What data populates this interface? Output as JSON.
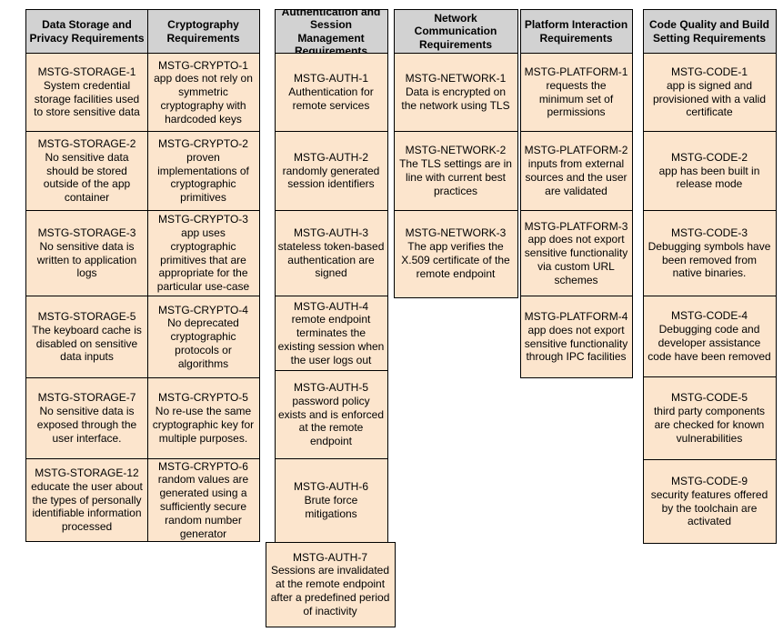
{
  "colors": {
    "header_bg": "#d2d2d2",
    "cell_bg": "#fce5cd",
    "border": "#000000",
    "page_bg": "#ffffff"
  },
  "columns": [
    {
      "header": "Data Storage and Privacy Requirements",
      "cells": [
        {
          "id": "MSTG-STORAGE-1",
          "text": "System credential storage facilities used to store sensitive data"
        },
        {
          "id": "MSTG-STORAGE-2",
          "text": "No sensitive data should be stored outside of the app container"
        },
        {
          "id": "MSTG-STORAGE-3",
          "text": "No sensitive data is written to application logs"
        },
        {
          "id": "MSTG-STORAGE-5",
          "text": "The keyboard cache is disabled on sensitive data inputs"
        },
        {
          "id": "MSTG-STORAGE-7",
          "text": "No sensitive data is exposed through the user interface."
        },
        {
          "id": "MSTG-STORAGE-12",
          "text": "educate the user about the types of personally identifiable information processed"
        }
      ]
    },
    {
      "header": "Cryptography Requirements",
      "cells": [
        {
          "id": "MSTG-CRYPTO-1",
          "text": "app does not rely on symmetric cryptography with hardcoded keys"
        },
        {
          "id": "MSTG-CRYPTO-2",
          "text": "proven implementations of cryptographic primitives"
        },
        {
          "id": "MSTG-CRYPTO-3",
          "text": "app uses cryptographic primitives that are appropriate for the particular use-case"
        },
        {
          "id": "MSTG-CRYPTO-4",
          "text": "No deprecated cryptographic protocols or algorithms"
        },
        {
          "id": "MSTG-CRYPTO-5",
          "text": "No re-use the same cryptographic key for multiple purposes."
        },
        {
          "id": "MSTG-CRYPTO-6",
          "text": "random values are generated using a sufficiently secure random number generator"
        }
      ]
    },
    {
      "header": "Authentication and Session Management Requirements",
      "cells": [
        {
          "id": "MSTG-AUTH-1",
          "text": "Authentication for remote services"
        },
        {
          "id": "MSTG-AUTH-2",
          "text": "randomly generated session identifiers"
        },
        {
          "id": "MSTG-AUTH-3",
          "text": "stateless token-based authentication are signed"
        },
        {
          "id": "MSTG-AUTH-4",
          "text": "remote endpoint terminates the existing session when the user logs out"
        },
        {
          "id": "MSTG-AUTH-5",
          "text": "password policy exists and is enforced at the remote endpoint"
        },
        {
          "id": "MSTG-AUTH-6",
          "text": "Brute force mitigations"
        },
        {
          "id": "MSTG-AUTH-7",
          "text": "Sessions are invalidated at the remote endpoint after a predefined period of inactivity"
        }
      ]
    },
    {
      "header": "Network Communication Requirements",
      "cells": [
        {
          "id": "MSTG-NETWORK-1",
          "text": "Data is encrypted on the network using TLS"
        },
        {
          "id": "MSTG-NETWORK-2",
          "text": "The TLS settings are in line with current best practices"
        },
        {
          "id": "MSTG-NETWORK-3",
          "text": "The app verifies the X.509 certificate of the remote endpoint"
        }
      ]
    },
    {
      "header": "Platform Interaction Requirements",
      "cells": [
        {
          "id": "MSTG-PLATFORM-1",
          "text": "requests the minimum set of permissions"
        },
        {
          "id": "MSTG-PLATFORM-2",
          "text": "inputs from external sources and the user are validated"
        },
        {
          "id": "MSTG-PLATFORM-3",
          "text": "app does not export sensitive functionality via custom URL schemes"
        },
        {
          "id": "MSTG-PLATFORM-4",
          "text": "app does not export sensitive functionality through IPC facilities"
        }
      ]
    },
    {
      "header": "Code Quality and Build Setting Requirements",
      "cells": [
        {
          "id": "MSTG-CODE-1",
          "text": "app is signed and provisioned with a valid certificate"
        },
        {
          "id": "MSTG-CODE-2",
          "text": "app has been built in release mode"
        },
        {
          "id": "MSTG-CODE-3",
          "text": "Debugging symbols have been removed from native binaries."
        },
        {
          "id": "MSTG-CODE-4",
          "text": "Debugging code and developer assistance code have been removed"
        },
        {
          "id": "MSTG-CODE-5",
          "text": "third party components are checked for known vulnerabilities"
        },
        {
          "id": "MSTG-CODE-9",
          "text": "security features offered by the toolchain are activated"
        }
      ]
    }
  ]
}
